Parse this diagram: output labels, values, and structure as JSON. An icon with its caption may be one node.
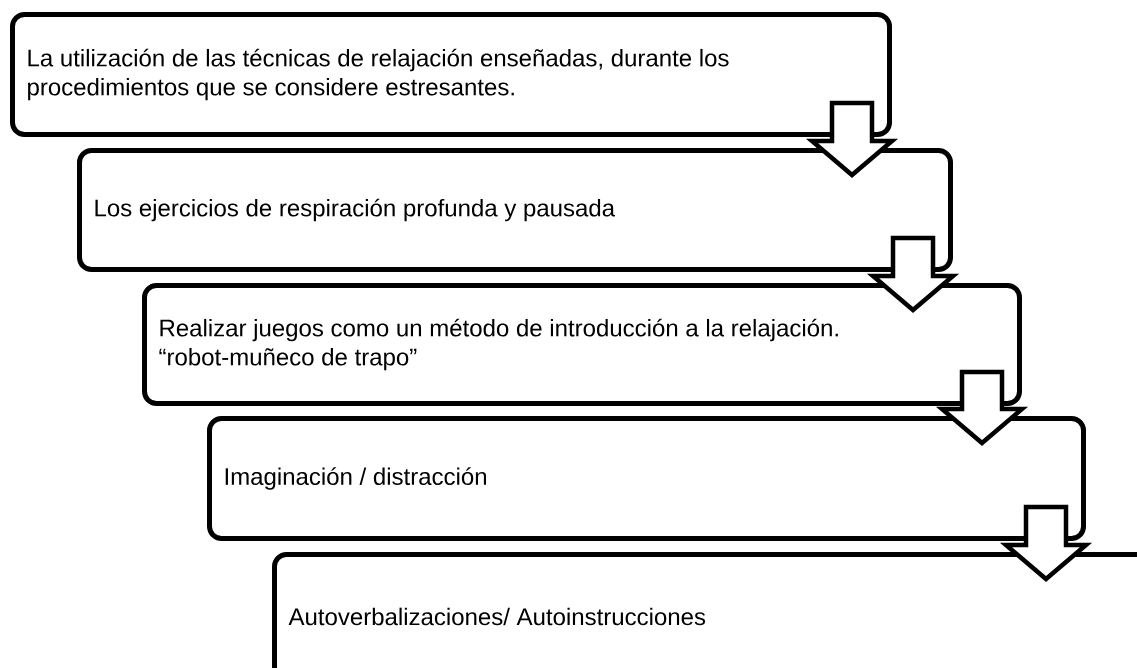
{
  "diagram": {
    "nodes": [
      {
        "text": [
          "La utilización de las técnicas de relajación enseñadas, durante los procedimientos que se considere estresantes."
        ]
      },
      {
        "text": [
          "Los ejercicios de respiración profunda y pausada"
        ]
      },
      {
        "text": [
          "Realizar juegos como un método de introducción a la relajación. “robot-muñeco de trapo”"
        ]
      },
      {
        "text": [
          "Imaginación / distracción"
        ]
      },
      {
        "text": [
          "Autoverbalizaciones/ Autoinstrucciones"
        ]
      }
    ],
    "edges": [
      {
        "from": 0,
        "to": 1,
        "arrow": "to"
      },
      {
        "from": 1,
        "to": 2,
        "arrow": "to"
      },
      {
        "from": 2,
        "to": 3,
        "arrow": "to"
      },
      {
        "from": 3,
        "to": 4,
        "arrow": "to"
      }
    ]
  }
}
